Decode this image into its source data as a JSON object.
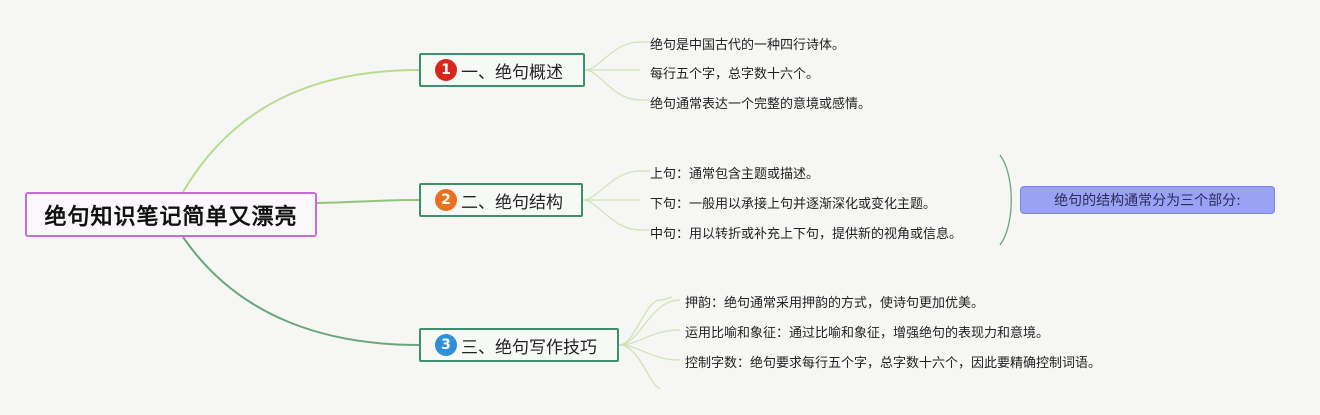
{
  "root": {
    "label": "绝句知识笔记简单又漂亮"
  },
  "branches": [
    {
      "number": "1",
      "label": "一、绝句概述",
      "badge_color": "#d9261c",
      "leaves": [
        "绝句是中国古代的一种四行诗体。",
        "每行五个字，总字数十六个。",
        "绝句通常表达一个完整的意境或感情。"
      ]
    },
    {
      "number": "2",
      "label": "二、绝句结构",
      "badge_color": "#e8701f",
      "leaves": [
        "上句：通常包含主题或描述。",
        "下句：一般用以承接上句并逐渐深化或变化主题。",
        "中句：用以转折或补充上下句，提供新的视角或信息。"
      ]
    },
    {
      "number": "3",
      "label": "三、绝句写作技巧",
      "badge_color": "#2f8fd8",
      "leaves": [
        "押韵：绝句通常采用押韵的方式，使诗句更加优美。",
        "运用比喻和象征：通过比喻和象征，增强绝句的表现力和意境。",
        "控制字数：绝句要求每行五个字，总字数十六个，因此要精确控制词语。"
      ]
    }
  ],
  "summary": {
    "label": "绝句的结构通常分为三个部分:"
  },
  "colors": {
    "branch1_line": "#b7dc8e",
    "branch2_line": "#93c37d",
    "branch3_line": "#6aa57c",
    "leaf_line": "#cfe2b4",
    "summary_bracket": "#6aa57c"
  }
}
